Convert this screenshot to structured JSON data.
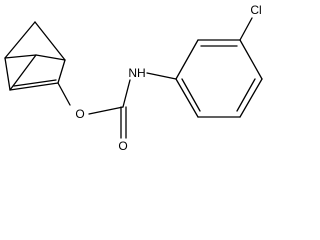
{
  "molecule": {
    "atoms": {
      "oxygen_ester": "O",
      "oxygen_carbonyl": "O",
      "nitrogen": "NH",
      "chlorine": "Cl"
    }
  }
}
